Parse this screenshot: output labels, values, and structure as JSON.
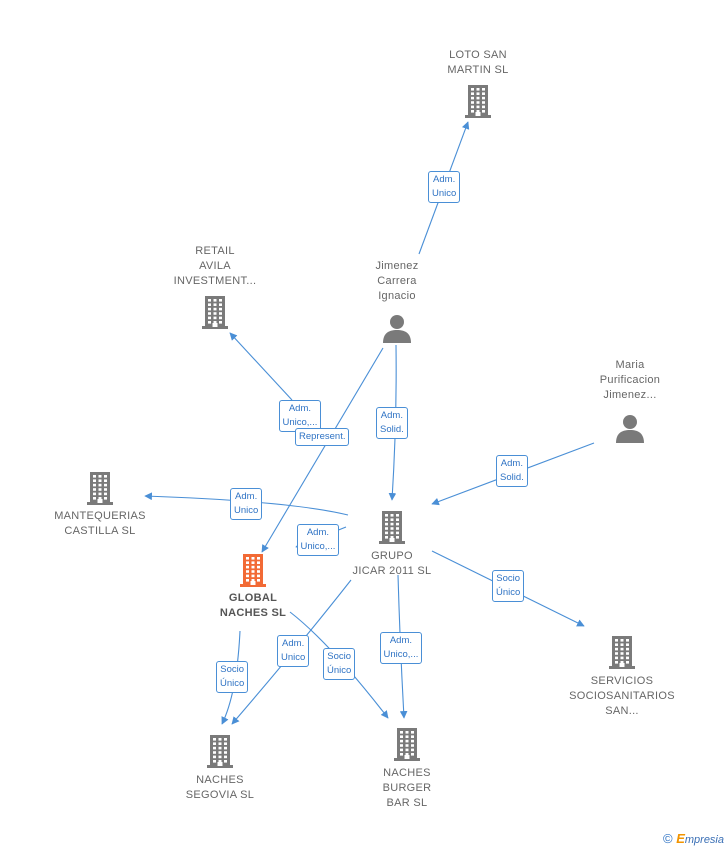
{
  "colors": {
    "edge": "#4a8fd6",
    "node": "#7a7a7a",
    "focus_node": "#f26a35",
    "label": "#666666"
  },
  "nodes": [
    {
      "id": "loto",
      "kind": "company",
      "lines": [
        "LOTO SAN",
        "MARTIN  SL"
      ]
    },
    {
      "id": "retail",
      "kind": "company",
      "lines": [
        "RETAIL",
        "AVILA",
        "INVESTMENT..."
      ]
    },
    {
      "id": "jimenez",
      "kind": "person",
      "lines": [
        "Jimenez",
        "Carrera",
        "Ignacio"
      ]
    },
    {
      "id": "maria",
      "kind": "person",
      "lines": [
        "Maria",
        "Purificacion",
        "Jimenez..."
      ]
    },
    {
      "id": "mantequerias",
      "kind": "company",
      "lines": [
        "MANTEQUERIAS",
        "CASTILLA  SL"
      ]
    },
    {
      "id": "grupo",
      "kind": "company",
      "lines": [
        "GRUPO",
        "JICAR 2011  SL"
      ]
    },
    {
      "id": "global",
      "kind": "company_focus",
      "lines": [
        "GLOBAL",
        "NACHES  SL"
      ]
    },
    {
      "id": "servicios",
      "kind": "company",
      "lines": [
        "SERVICIOS",
        "SOCIOSANITARIOS",
        "SAN..."
      ]
    },
    {
      "id": "segovia",
      "kind": "company",
      "lines": [
        "NACHES",
        "SEGOVIA  SL"
      ]
    },
    {
      "id": "burger",
      "kind": "company",
      "lines": [
        "NACHES",
        "BURGER",
        "BAR  SL"
      ]
    }
  ],
  "edges": [
    {
      "id": "e1",
      "lines": [
        "Adm.",
        "Unico"
      ]
    },
    {
      "id": "e2",
      "lines": [
        "Adm.",
        "Unico,..."
      ]
    },
    {
      "id": "e3",
      "lines": [
        "Represent."
      ]
    },
    {
      "id": "e4",
      "lines": [
        "Adm.",
        "Solid."
      ]
    },
    {
      "id": "e5",
      "lines": [
        "Adm.",
        "Solid."
      ]
    },
    {
      "id": "e6",
      "lines": [
        "Adm.",
        "Unico"
      ]
    },
    {
      "id": "e7",
      "lines": [
        "Adm.",
        "Unico,..."
      ]
    },
    {
      "id": "e8",
      "lines": [
        "Socio",
        "Único"
      ]
    },
    {
      "id": "e9",
      "lines": [
        "Socio",
        "Único"
      ]
    },
    {
      "id": "e10",
      "lines": [
        "Adm.",
        "Unico"
      ]
    },
    {
      "id": "e11",
      "lines": [
        "Socio",
        "Único"
      ]
    },
    {
      "id": "e12",
      "lines": [
        "Adm.",
        "Unico,..."
      ]
    }
  ],
  "footer": {
    "copyright": "©",
    "brand_initial": "E",
    "brand_rest": "mpresia"
  }
}
